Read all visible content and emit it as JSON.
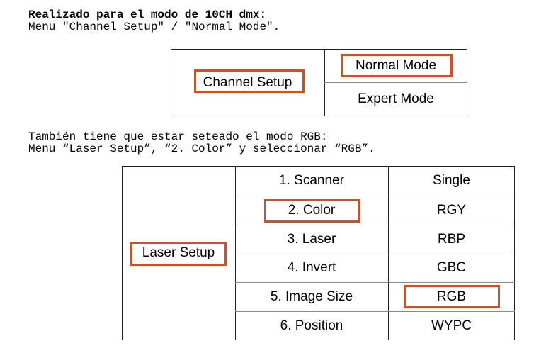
{
  "intro": {
    "line1": "Realizado para el modo de 10CH dmx:",
    "line2": "Menu \"Channel Setup\" / \"Normal Mode\"."
  },
  "channel_table": {
    "left": "Channel Setup",
    "options": [
      "Normal Mode",
      "Expert Mode"
    ]
  },
  "second": {
    "line1": "También tiene que estar seteado el modo RGB:",
    "line2": "Menu “Laser Setup”, “2. Color” y seleccionar “RGB”."
  },
  "laser_table": {
    "left": "Laser Setup",
    "rows": [
      {
        "item": "1. Scanner",
        "value": "Single"
      },
      {
        "item": "2. Color",
        "value": "RGY"
      },
      {
        "item": "3. Laser",
        "value": "RBP"
      },
      {
        "item": "4. Invert",
        "value": "GBC"
      },
      {
        "item": "5. Image Size",
        "value": "RGB"
      },
      {
        "item": "6. Position",
        "value": "WYPC"
      }
    ]
  },
  "highlight_color": "#c8522a"
}
